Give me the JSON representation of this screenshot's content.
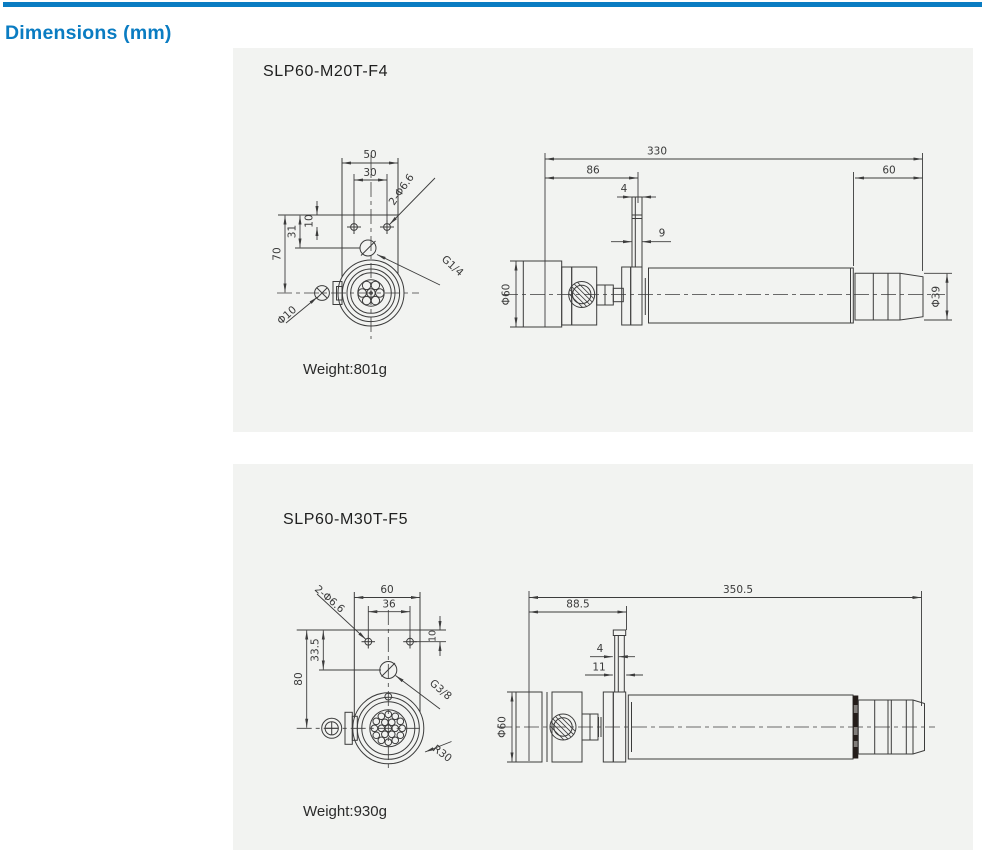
{
  "page": {
    "title": "Dimensions (mm)",
    "accent_color": "#0a7cc2",
    "panel_bg": "#f2f3f1"
  },
  "products": [
    {
      "model": "SLP60-M20T-F4",
      "weight": "Weight:801g",
      "front": {
        "w": "50",
        "holes_cc": "30",
        "hole_drop": "10",
        "port_drop": "31",
        "center_drop": "70",
        "holes": "2-Φ6.6",
        "port": "G1/4",
        "fitting": "Φ10"
      },
      "side": {
        "total": "330",
        "front_len": "86",
        "pin_w": "4",
        "pin_off": "9",
        "rear_len": "60",
        "dia": "Φ60",
        "rear_dia": "Φ39"
      }
    },
    {
      "model": "SLP60-M30T-F5",
      "weight": "Weight:930g",
      "front": {
        "w": "60",
        "holes_cc": "36",
        "hole_drop": "10",
        "port_drop": "33.5",
        "center_drop": "80",
        "holes": "2-Φ6.6",
        "port": "G3/8",
        "radius": "R30"
      },
      "side": {
        "total": "350.5",
        "front_len": "88.5",
        "pin_w": "4",
        "pin_off": "11",
        "dia": "Φ60"
      }
    }
  ]
}
